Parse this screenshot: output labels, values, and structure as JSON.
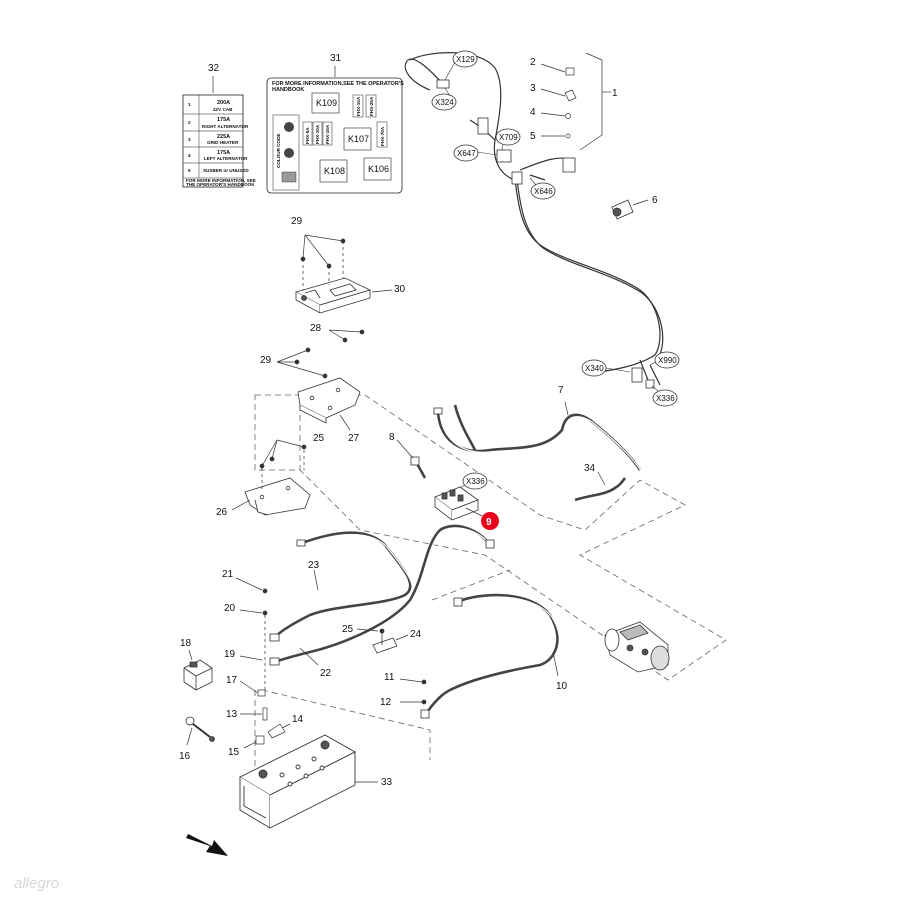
{
  "callouts": {
    "c1": "1",
    "c2": "2",
    "c3": "3",
    "c4": "4",
    "c5": "5",
    "c6": "6",
    "c7": "7",
    "c8": "8",
    "c9": "9",
    "c10": "10",
    "c11": "11",
    "c12": "12",
    "c13": "13",
    "c14": "14",
    "c15": "15",
    "c16": "16",
    "c17": "17",
    "c18": "18",
    "c19": "19",
    "c20": "20",
    "c21": "21",
    "c22": "22",
    "c23": "23",
    "c24": "24",
    "c25a": "25",
    "c25b": "25",
    "c26": "26",
    "c27": "27",
    "c28": "28",
    "c29a": "29",
    "c29b": "29",
    "c30": "30",
    "c31": "31",
    "c32": "32",
    "c33": "33",
    "c34": "34"
  },
  "connectors": {
    "x129": "X129",
    "x324": "X324",
    "x709": "X709",
    "x647": "X647",
    "x646": "X646",
    "x340": "X340",
    "x990": "X990",
    "x336a": "X336",
    "x336b": "X336"
  },
  "fuse_card": {
    "rows": [
      {
        "num": "1",
        "line1": "200A",
        "line2": "42V CAB"
      },
      {
        "num": "2",
        "line1": "175A",
        "line2": "RIGHT ALTERNATOR"
      },
      {
        "num": "3",
        "line1": "225A",
        "line2": "GRID HEATER"
      },
      {
        "num": "4",
        "line1": "175A",
        "line2": "LEFT ALTERNATOR"
      },
      {
        "num": "5",
        "line1": "",
        "line2": "SUSBER or UNUSED"
      }
    ],
    "footer1": "FOR MORE INFORMATION, SEE",
    "footer2": "THE OPERATOR'S HANDBOOK"
  },
  "relay_card": {
    "header1": "FOR MORE INFORMATION,SEE THE OPERATOR'S",
    "header2": "HANDBOOK",
    "colour_code": "COLOUR CODE",
    "k109": "K109",
    "k107": "K107",
    "k108": "K108",
    "k106": "K106",
    "f1": "FHX-15A",
    "f2": "FHS-25A",
    "f3": "FHX-5A",
    "f4": "FHX-70A",
    "f5": "FHX-5A",
    "f6": "FHX-10A",
    "f7": "FHX-15A"
  },
  "watermark": "allegro",
  "colors": {
    "line": "#333333",
    "callout_fill": "#e8001c",
    "dash": "#555555"
  }
}
